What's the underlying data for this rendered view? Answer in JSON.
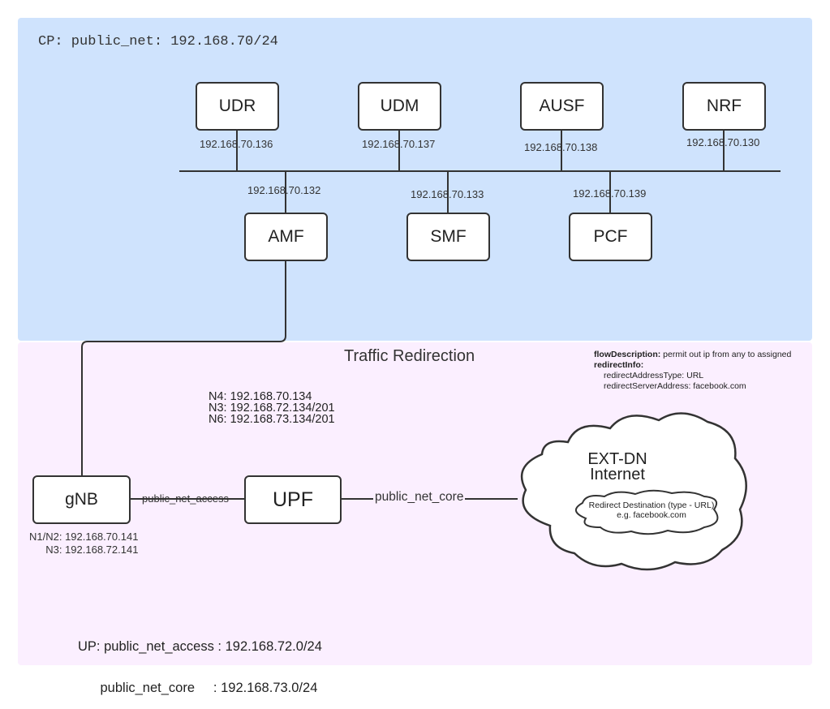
{
  "control_plane": {
    "title": "CP: public_net: 192.168.70/24",
    "nodes": {
      "udr": {
        "name": "UDR",
        "ip": "192.168.70.136"
      },
      "udm": {
        "name": "UDM",
        "ip": "192.168.70.137"
      },
      "ausf": {
        "name": "AUSF",
        "ip": "192.168.70.138"
      },
      "nrf": {
        "name": "NRF",
        "ip": "192.168.70.130"
      },
      "amf": {
        "name": "AMF",
        "ip": "192.168.70.132"
      },
      "smf": {
        "name": "SMF",
        "ip": "192.168.70.133"
      },
      "pcf": {
        "name": "PCF",
        "ip": "192.168.70.139"
      }
    }
  },
  "user_plane": {
    "section_title": "Traffic Redirection",
    "policy": {
      "flow_key": "flowDescription:",
      "flow_value": " permit out ip from any to assigned",
      "redirect_key": "redirectInfo:",
      "redirect_type": "redirectAddressType: URL",
      "redirect_server": "redirectServerAddress: facebook.com"
    },
    "upf": {
      "name": "UPF",
      "n4": "N4: 192.168.70.134",
      "n3": "N3: 192.168.72.134/201",
      "n6": "N6: 192.168.73.134/201"
    },
    "gnb": {
      "name": "gNB",
      "n1n2": "N1/N2: 192.168.70.141",
      "n3": "N3: 192.168.72.141"
    },
    "link_access": "public_net_access",
    "link_core": "public_net_core",
    "ext_dn": {
      "title": "EXT-DN",
      "subtitle": "Internet",
      "redirect_line1": "Redirect Destination (type - URL)",
      "redirect_line2": "e.g. facebook.com"
    },
    "subnets": {
      "access": "UP: public_net_access : 192.168.72.0/24",
      "core": "      public_net_core     : 192.168.73.0/24"
    }
  }
}
